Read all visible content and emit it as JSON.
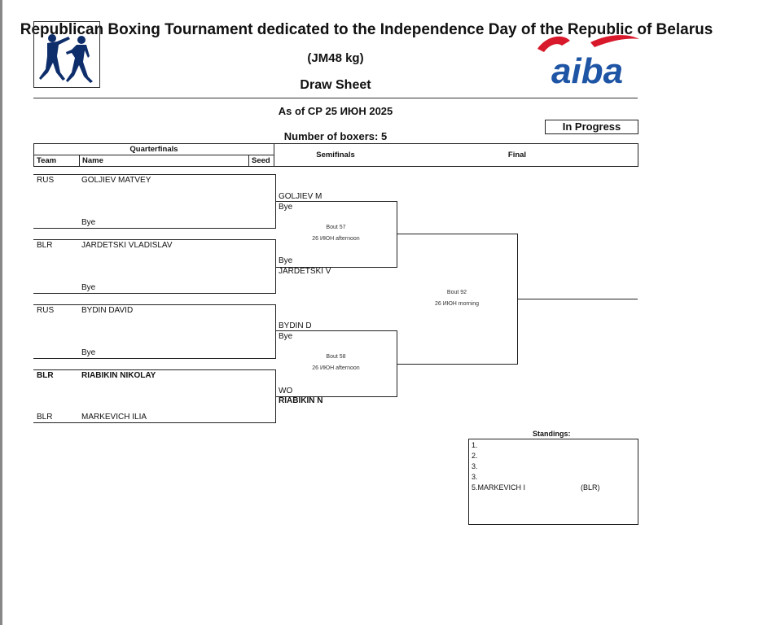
{
  "header": {
    "title": "Republican Boxing Tournament dedicated to the Independence Day of the Republic of Belarus",
    "category": "(JM48 kg)",
    "doc_type": "Draw Sheet",
    "as_of": "As of СР 25 ИЮН 2025",
    "num_boxers": "Number of boxers: 5",
    "status": "In Progress",
    "logo_text": "aiba"
  },
  "columns": {
    "quarterfinals": "Quarterfinals",
    "team": "Team",
    "name": "Name",
    "seed": "Seed",
    "semifinals": "Semifinals",
    "final": "Final"
  },
  "quarterfinals": [
    {
      "top_team": "RUS",
      "top_name": "GOLJIEV MATVEY",
      "bottom_team": "",
      "bottom_name": "Bye"
    },
    {
      "top_team": "BLR",
      "top_name": "JARDETSKI VLADISLAV",
      "bottom_team": "",
      "bottom_name": "Bye"
    },
    {
      "top_team": "RUS",
      "top_name": "BYDIN DAVID",
      "bottom_team": "",
      "bottom_name": "Bye"
    },
    {
      "top_team": "BLR",
      "top_name": "RIABIKIN NIKOLAY",
      "bottom_team": "BLR",
      "bottom_name": "MARKEVICH ILIA"
    }
  ],
  "qf_results": [
    "GOLJIEV M",
    "Bye",
    "Bye",
    "JARDETSKI V",
    "BYDIN D",
    "Bye",
    "WO",
    "RIABIKIN N"
  ],
  "bouts": [
    {
      "bout": "Bout 57",
      "when": "26 ИЮН afternoon"
    },
    {
      "bout": "Bout 58",
      "when": "26 ИЮН afternoon"
    },
    {
      "bout": "Bout 92",
      "when": "26 ИЮН morning"
    }
  ],
  "standings": {
    "label": "Standings:",
    "rows": [
      "1.",
      "2.",
      "3.",
      "3.",
      "5.MARKEVICH I"
    ],
    "team5": "(BLR)"
  }
}
